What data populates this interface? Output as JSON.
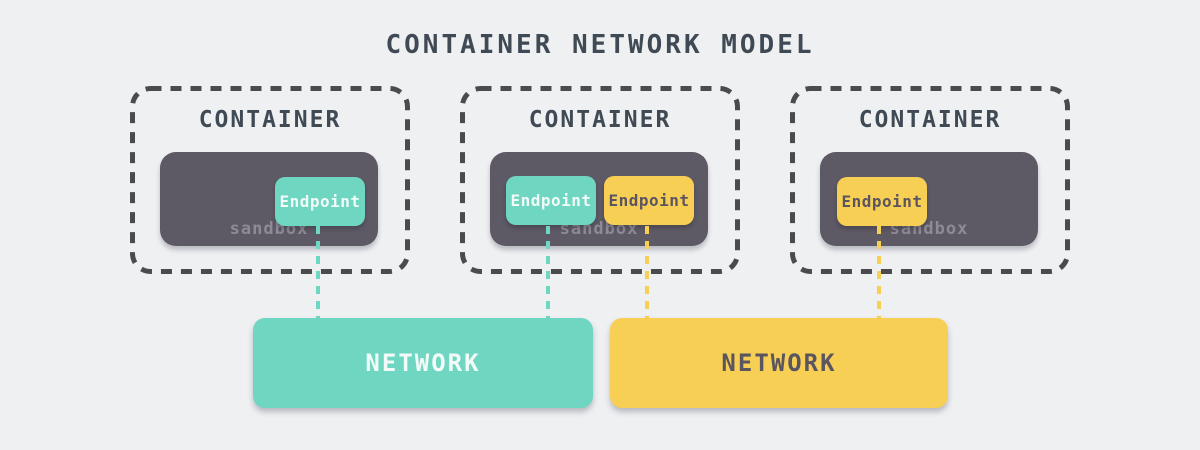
{
  "title": "CONTAINER NETWORK MODEL",
  "colors": {
    "background": "#eef0f2",
    "heading_text": "#404a55",
    "dashed_border": "#4b4b4e",
    "sandbox_bg": "#5d5965",
    "sandbox_label_text": "#8e8a96",
    "teal": "#6fd6c2",
    "yellow": "#f8cf55",
    "light_text": "#f2fbf8",
    "dark_text": "#5b5560"
  },
  "containers": [
    {
      "label": "CONTAINER",
      "sandbox_label": "sandbox",
      "endpoints": [
        {
          "label": "Endpoint",
          "color": "teal"
        }
      ]
    },
    {
      "label": "CONTAINER",
      "sandbox_label": "sandbox",
      "endpoints": [
        {
          "label": "Endpoint",
          "color": "teal"
        },
        {
          "label": "Endpoint",
          "color": "yellow"
        }
      ]
    },
    {
      "label": "CONTAINER",
      "sandbox_label": "sandbox",
      "endpoints": [
        {
          "label": "Endpoint",
          "color": "yellow"
        }
      ]
    }
  ],
  "networks": [
    {
      "label": "NETWORK",
      "color": "teal"
    },
    {
      "label": "NETWORK",
      "color": "yellow"
    }
  ],
  "connections": [
    {
      "from": "container-1.endpoint-1",
      "to": "network-1",
      "color": "teal"
    },
    {
      "from": "container-2.endpoint-1",
      "to": "network-1",
      "color": "teal"
    },
    {
      "from": "container-2.endpoint-2",
      "to": "network-2",
      "color": "yellow"
    },
    {
      "from": "container-3.endpoint-1",
      "to": "network-2",
      "color": "yellow"
    }
  ]
}
